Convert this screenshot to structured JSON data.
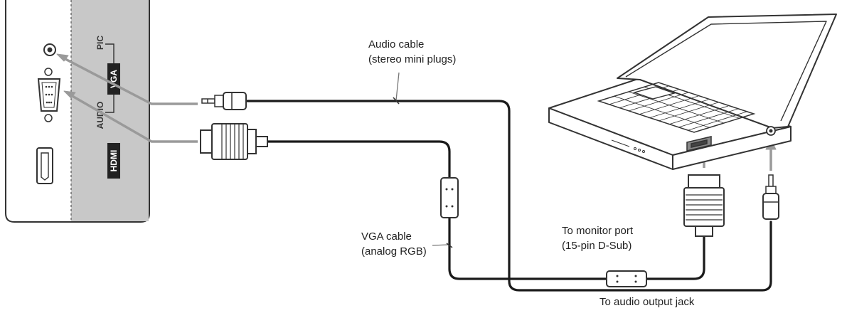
{
  "monitor_panel": {
    "port_labels": {
      "pc": "PIC",
      "vga": "VGA",
      "audio": "AUDIO",
      "hdmi": "HDMI"
    }
  },
  "labels": {
    "audio_cable": {
      "line1": "Audio cable",
      "line2": "(stereo mini plugs)"
    },
    "vga_cable": {
      "line1": "VGA cable",
      "line2": "(analog RGB)"
    },
    "monitor_port": {
      "line1": "To monitor port",
      "line2": "(15-pin D-Sub)"
    },
    "audio_output": "To audio output jack"
  },
  "colors": {
    "panel_fill": "#c8c8c8",
    "cable": "#1a1a1a",
    "arrow": "#9a9a9a",
    "outline": "#333333"
  }
}
